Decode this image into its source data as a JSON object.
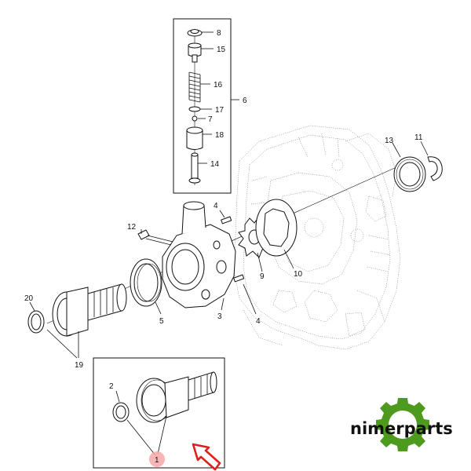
{
  "diagram": {
    "callouts": {
      "c1": "1",
      "c2": "2",
      "c3": "3",
      "c4a": "4",
      "c4b": "4",
      "c5": "5",
      "c6": "6",
      "c7": "7",
      "c8": "8",
      "c9": "9",
      "c10": "10",
      "c11": "11",
      "c12": "12",
      "c13": "13",
      "c14": "14",
      "c15": "15",
      "c16": "16",
      "c17": "17",
      "c18": "18",
      "c19": "19",
      "c20": "20"
    },
    "colors": {
      "highlight_circle": "#f7a8a8",
      "arrow": "#e0201c",
      "logo_gear": "#4e9a1e",
      "line": "#111111"
    }
  },
  "logo": {
    "brand": "nimerparts"
  }
}
